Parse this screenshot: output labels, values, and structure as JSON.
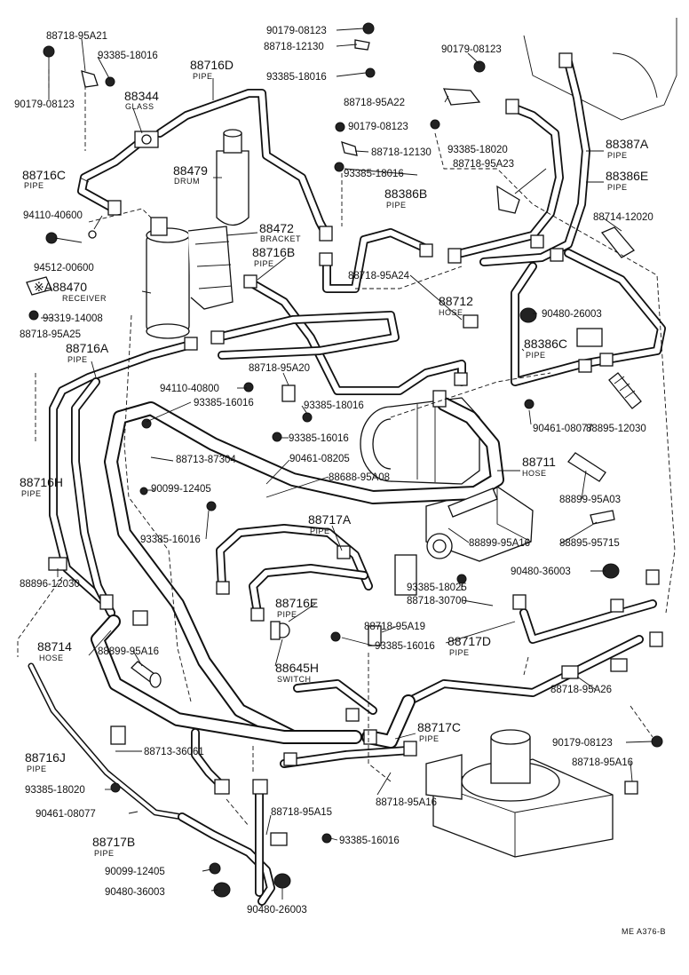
{
  "footer": {
    "code": "ME  A376-B"
  },
  "labels": {
    "l01": "88718-95A21",
    "l02": "93385-18016",
    "l03": "90179-08123",
    "l04": "88716D",
    "l05": "PIPE",
    "l06": "88344",
    "l07": "GLASS",
    "l08": "90179-08123",
    "l09": "88718-12130",
    "l10": "93385-18016",
    "l11": "90179-08123",
    "l12": "88718-95A22",
    "l13": "90179-08123",
    "l14": "88718-12130",
    "l15": "93385-18020",
    "l16": "88387A",
    "l17": "PIPE",
    "l18": "88718-95A23",
    "l19": "88386E",
    "l20": "PIPE",
    "l21": "88479",
    "l22": "DRUM",
    "l23": "93385-18016",
    "l24": "88716C",
    "l25": "PIPE",
    "l26": "88386B",
    "l27": "PIPE",
    "l28": "94110-40600",
    "l29": "88472",
    "l30": "BRACKET",
    "l31": "88714-12020",
    "l32": "88716B",
    "l33": "PIPE",
    "l34": "94512-00600",
    "l35": "88718-95A24",
    "l36": "※A88470",
    "l37": "RECEIVER",
    "l38": "88712",
    "l39": "HOSE",
    "l40": "90480-26003",
    "l41": "93319-14008",
    "l42": "88718-95A25",
    "l43": "88386C",
    "l44": "PIPE",
    "l45": "88716A",
    "l46": "PIPE",
    "l47": "88718-95A20",
    "l48": "94110-40800",
    "l49": "93385-16016",
    "l50": "93385-18016",
    "l51": "90461-08077",
    "l52": "88895-12030",
    "l53": "93385-16016",
    "l54": "88713-87304",
    "l55": "90461-08205",
    "l56": "88711",
    "l57": "HOSE",
    "l58": "88716H",
    "l59": "PIPE",
    "l60": "90099-12405",
    "l61": "88688-95A08",
    "l62": "88899-95A03",
    "l63": "88717A",
    "l64": "PIPE",
    "l65": "93385-16016",
    "l66": "88899-95A16",
    "l67": "88895-95715",
    "l68": "90480-36003",
    "l69": "88896-12030",
    "l70": "88716E",
    "l71": "PIPE",
    "l72": "93385-18025",
    "l73": "88718-30700",
    "l74": "88714",
    "l75": "HOSE",
    "l76": "88899-95A16",
    "l77": "88718-95A19",
    "l78": "88717D",
    "l79": "PIPE",
    "l80": "88645H",
    "l81": "SWITCH",
    "l82": "93385-16016",
    "l83": "88718-95A26",
    "l84": "88717C",
    "l85": "PIPE",
    "l86": "88716J",
    "l87": "PIPE",
    "l88": "88713-36061",
    "l89": "90179-08123",
    "l90": "88718-95A16",
    "l91": "93385-18020",
    "l92": "88718-95A16",
    "l93": "90461-08077",
    "l94": "88718-95A15",
    "l95": "88717B",
    "l96": "PIPE",
    "l97": "93385-16016",
    "l98": "90099-12405",
    "l99": "90480-36003",
    "l100": "90480-26003"
  }
}
